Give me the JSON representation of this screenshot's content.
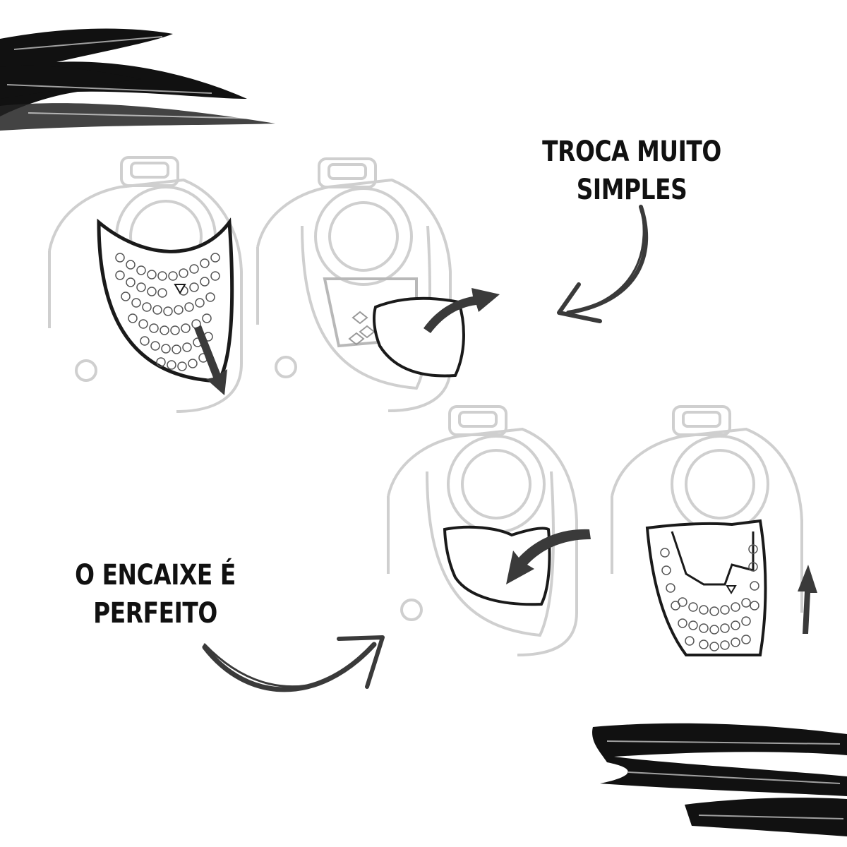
{
  "captions": {
    "top": {
      "line1": "TROCA MUITO",
      "line2": "SIMPLES"
    },
    "bottom": {
      "line1": "O ENCAIXE É",
      "line2": "PERFEITO"
    }
  },
  "colors": {
    "background": "#ffffff",
    "ink": "#111111",
    "device_outline": "#cfcfcf",
    "filter_outline": "#1a1a1a",
    "arrow": "#3a3a3a"
  },
  "steps": [
    {
      "panel": "remove-grille",
      "arrow": "down"
    },
    {
      "panel": "remove-filter",
      "arrow": "out-right"
    },
    {
      "panel": "insert-filter",
      "arrow": "in-left"
    },
    {
      "panel": "attach-grille",
      "arrow": "up"
    }
  ]
}
